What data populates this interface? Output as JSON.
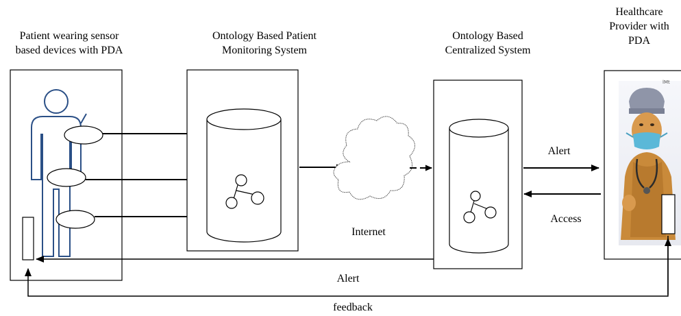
{
  "labels": {
    "patient": "Patient wearing sensor\nbased devices with PDA",
    "monitoring": "Ontology Based Patient\nMonitoring System",
    "centralized": "Ontology Based\nCentralized System",
    "provider": "Healthcare\nProvider with\nPDA",
    "internet": "Internet",
    "alert_right": "Alert",
    "access": "Access",
    "alert_bottom": "Alert",
    "feedback": "feedback"
  },
  "colors": {
    "stroke": "#000000",
    "patient_figure": "#2a4f86",
    "doctor_skin": "#c98a3a",
    "doctor_cap": "#8f95a8",
    "doctor_mask": "#5bb8d8"
  },
  "icons": {
    "patient": "person-outline-icon",
    "provider": "healthcare-provider-icon",
    "cloud": "cloud-icon",
    "database": "database-cylinder-icon",
    "ontology": "ontology-tree-icon"
  }
}
